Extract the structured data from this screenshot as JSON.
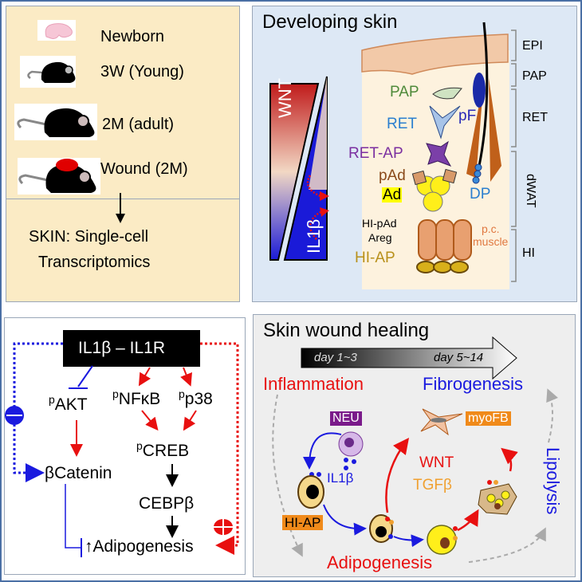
{
  "panel_samples": {
    "items": [
      {
        "icon": "newborn-mouse-icon",
        "label": "Newborn"
      },
      {
        "icon": "young-mouse-icon",
        "label": "3W (Young)"
      },
      {
        "icon": "adult-mouse-icon",
        "label": "2M (adult)"
      },
      {
        "icon": "wounded-mouse-icon",
        "label": "Wound (2M)"
      }
    ],
    "result_line1": "SKIN: Single-cell",
    "result_line2": "Transcriptomics",
    "colors": {
      "background": "#fbebc5",
      "wound": "#e00000",
      "newborn": "#f6c6d6"
    }
  },
  "panel_developing": {
    "title": "Developing skin",
    "gradient_top": "WNT",
    "gradient_bottom": "IL1β",
    "cells": {
      "pap": "PAP",
      "ret": "RET",
      "pf": "pF",
      "ret_ap": "RET-AP",
      "pad": "pAd",
      "ad": "Ad",
      "dp": "DP",
      "hi_pad": "HI-pAd",
      "areg": "Areg",
      "hi_ap": "HI-AP",
      "pc_muscle_1": "p.c.",
      "pc_muscle_2": "muscle"
    },
    "layers": [
      "EPI",
      "PAP",
      "RET",
      "dWAT",
      "HI"
    ],
    "colors": {
      "background": "#dde8f5",
      "wnt": "#c01a1a",
      "il1b": "#1a1ad8",
      "pap": "#4e8a3a",
      "ret": "#2a7fcf",
      "ret_ap": "#7b2fa0",
      "pad": "#8a4a1a",
      "ad_highlight": "#ffff00",
      "hi_ap": "#b8901a",
      "muscle": "#e07840"
    }
  },
  "panel_signaling": {
    "receptor": "IL1β – IL1R",
    "nodes": {
      "akt": "AKT",
      "nfkb": "NFκB",
      "p38": "p38",
      "creb": "CREB",
      "beta_catenin": "βCatenin",
      "cebpb": "CEBPβ",
      "adipogenesis": "↑Adipogenesis"
    },
    "phospho_prefix": "p",
    "colors": {
      "inhibit": "#1a1adf",
      "activate": "#e81010",
      "receptor_bg": "#000000"
    }
  },
  "panel_wound": {
    "title": "Skin wound healing",
    "timeline": {
      "early": "day 1~3",
      "late": "day 5~14"
    },
    "phases": {
      "inflammation": "Inflammation",
      "fibrogenesis": "Fibrogenesis",
      "lipolysis": "Lipolysis",
      "adipogenesis": "Adipogenesis"
    },
    "labels": {
      "neu": "NEU",
      "il1b": "IL1β",
      "hi_ap": "HI-AP",
      "myofb": "myoFB",
      "wnt": "WNT",
      "tgfb": "TGFβ"
    },
    "colors": {
      "background": "#eeeeee",
      "red": "#e81010",
      "blue": "#1a1adf",
      "orange_tag": "#f08a1a",
      "purple_tag": "#7a1a8a",
      "tgfb": "#f0a030"
    }
  }
}
